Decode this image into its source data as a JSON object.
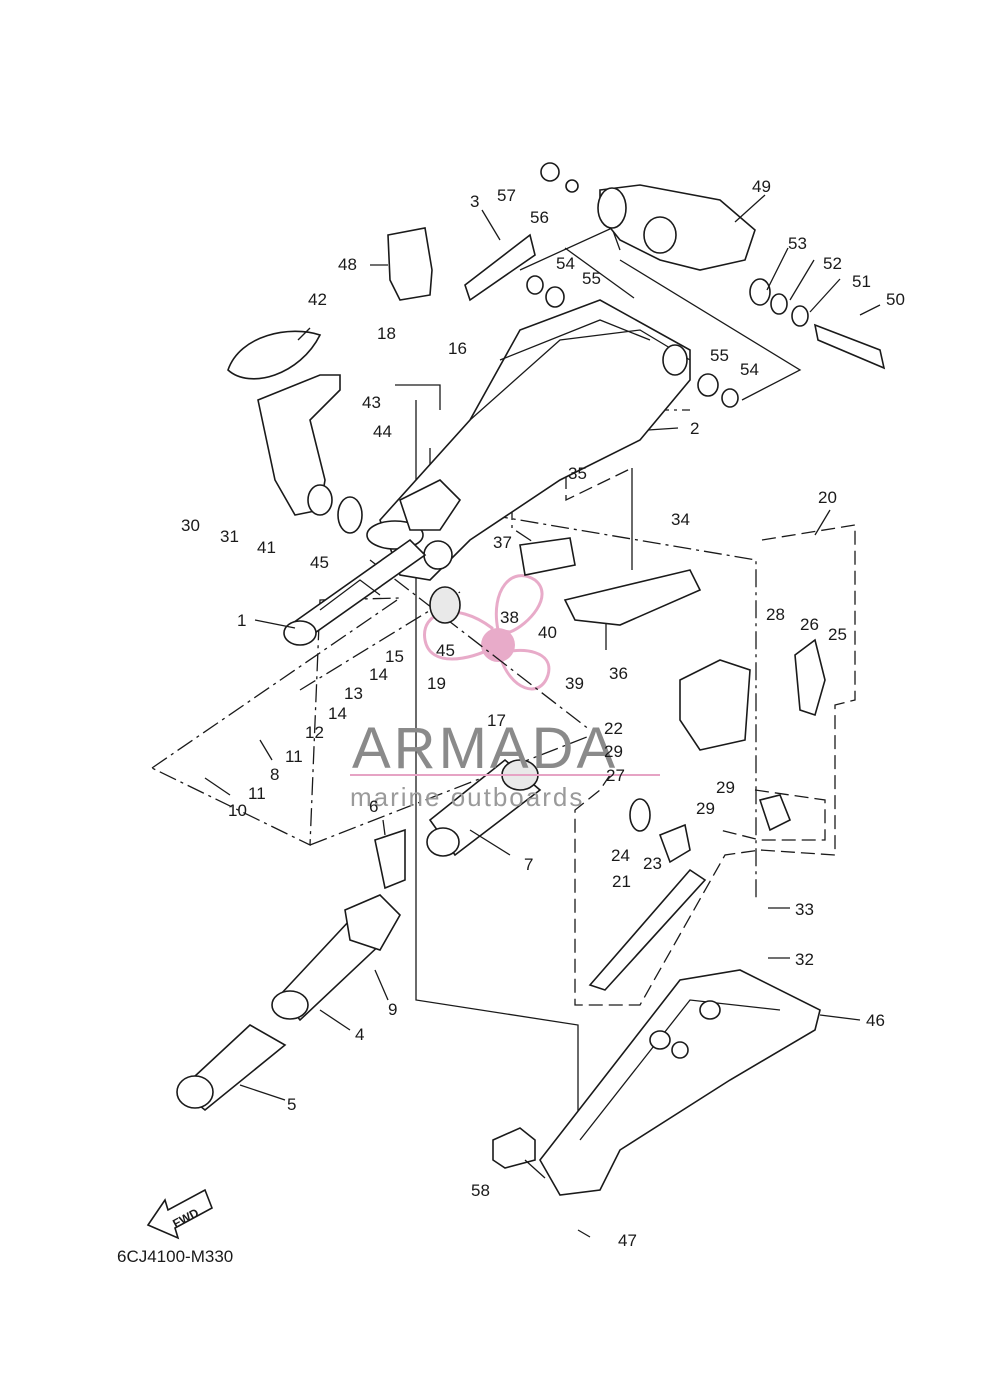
{
  "diagram": {
    "code": "6CJ4100-M330",
    "fwd_label": "FWD",
    "watermark": {
      "brand": "ARMADA",
      "tagline": "marine outboards",
      "color": "#e6a3c4"
    },
    "part_numbers": {
      "n1": "1",
      "n2": "2",
      "n3": "3",
      "n4": "4",
      "n5": "5",
      "n6": "6",
      "n7": "7",
      "n8": "8",
      "n9": "9",
      "n10": "10",
      "n11a": "11",
      "n11b": "11",
      "n12": "12",
      "n13": "13",
      "n14a": "14",
      "n14b": "14",
      "n15": "15",
      "n16": "16",
      "n17": "17",
      "n18": "18",
      "n19": "19",
      "n20": "20",
      "n21": "21",
      "n22": "22",
      "n23": "23",
      "n24": "24",
      "n25": "25",
      "n26": "26",
      "n27": "27",
      "n28": "28",
      "n29a": "29",
      "n29b": "29",
      "n29c": "29",
      "n30": "30",
      "n31": "31",
      "n32": "32",
      "n33": "33",
      "n34": "34",
      "n35": "35",
      "n36": "36",
      "n37": "37",
      "n38": "38",
      "n39": "39",
      "n40": "40",
      "n41": "41",
      "n42": "42",
      "n43": "43",
      "n44": "44",
      "n45a": "45",
      "n45b": "45",
      "n46": "46",
      "n47": "47",
      "n48": "48",
      "n49": "49",
      "n50": "50",
      "n51": "51",
      "n52": "52",
      "n53": "53",
      "n54a": "54",
      "n54b": "54",
      "n55a": "55",
      "n55b": "55",
      "n56": "56",
      "n57": "57",
      "n58": "58"
    }
  }
}
